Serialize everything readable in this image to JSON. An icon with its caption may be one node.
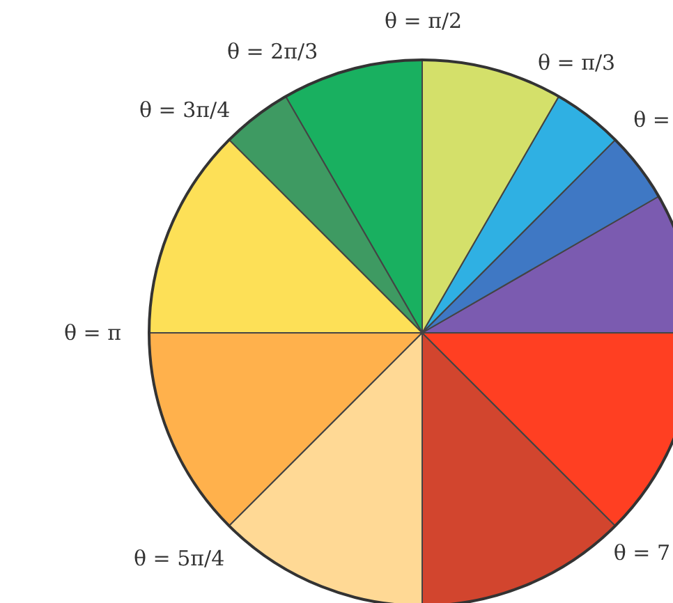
{
  "diagram": {
    "labels": [
      "θ = π/2",
      "θ = 2π/3",
      "θ = π/3",
      "θ =",
      "θ = 3π/4",
      "θ = π",
      "θ = 5π/4",
      "θ = 7"
    ]
  }
}
